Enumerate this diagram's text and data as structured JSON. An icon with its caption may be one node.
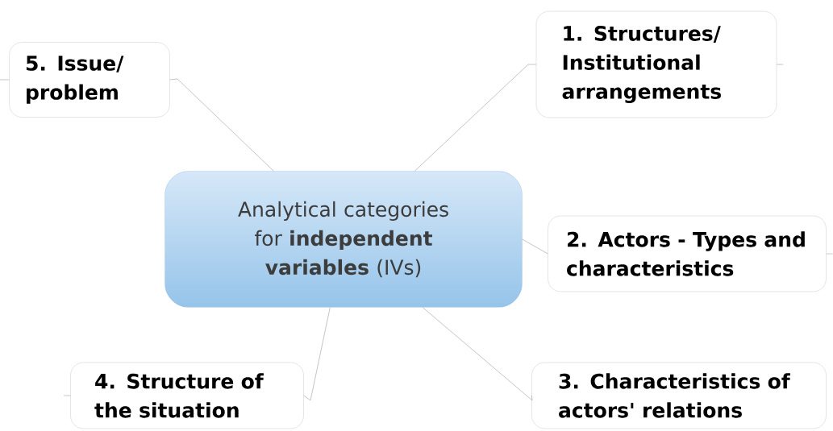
{
  "diagram": {
    "nodes": [
      {
        "text": [
          "Analytical categories for **independent variables** (IVs)"
        ]
      },
      {
        "text": [
          "1. Structures/ Institutional arrangements"
        ]
      },
      {
        "text": [
          "2. Actors - Types and characteristics"
        ]
      },
      {
        "text": [
          "3. Characteristics of actors' relations"
        ]
      },
      {
        "text": [
          "4. Structure of the situation"
        ]
      },
      {
        "text": [
          "5. Issue/ problem"
        ]
      }
    ],
    "edges": [
      {
        "from": 0,
        "to": 1,
        "arrow": "none"
      },
      {
        "from": 0,
        "to": 2,
        "arrow": "none"
      },
      {
        "from": 0,
        "to": 3,
        "arrow": "none"
      },
      {
        "from": 0,
        "to": 4,
        "arrow": "none"
      },
      {
        "from": 0,
        "to": 5,
        "arrow": "none"
      }
    ]
  }
}
